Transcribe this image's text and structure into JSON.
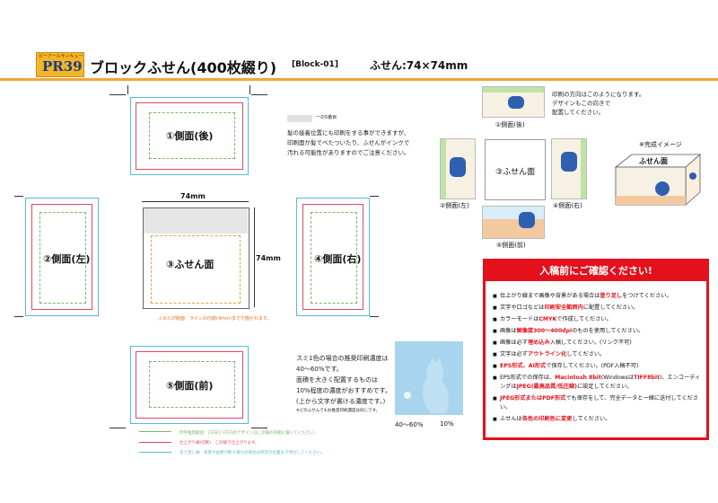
{
  "header": {
    "logo_small": "ピーアールサンキュー",
    "logo_big": "PR39",
    "title": "ブロックふせん(400枚綴り)",
    "code": "[Block-01]",
    "size": "ふせん:74×74mm"
  },
  "template": {
    "face_top": "①側面(後)",
    "face_left": "②側面(左)",
    "face_center": "③ふせん面",
    "face_right": "④側面(右)",
    "face_bottom": "⑤側面(前)",
    "dim_width": "74mm",
    "dim_height": "74mm",
    "glue_label": "一の5番目",
    "glue_note": [
      "髪の接着位置にも印刷をする事ができますが、",
      "印刷面が髪でベたついたり、ふせんがインクで",
      "汚れる可能性がありますのでご注意ください。"
    ],
    "center_note": "ふせん印刷面　ラインの内側(4mm)までで描かれます。",
    "ink_note": [
      "スミ1色の場合の推奨印刷濃度は",
      "40～60%です。",
      "面積を大きく配置するものは",
      "10%程度の濃度がおすすめです。",
      "(上から文字が書ける濃度です。)"
    ],
    "ink_subnote": "※どのふせんでもお推奨印刷濃度は同じです。",
    "density_a": "40～60%",
    "density_b": "10%",
    "legend": [
      {
        "text": "仕上がり線(切断)　この線で仕上がります。",
        "color": "#e2466e"
      },
      {
        "text": "塗り足し線　背景や画像が断ち落ちの場合は所定の位置まで伸ばしてください。",
        "color": "#58b9d8"
      },
      {
        "text": "印字推奨範囲　2方向と3方向のデザインはこの線の内側に置いてください。",
        "color": "#79b66a"
      }
    ]
  },
  "preview": {
    "top_label": "①側面(後)",
    "left_label": "②側面(左)",
    "center_label": "③ふせん面",
    "right_label": "④側面(右)",
    "bottom_label": "⑤側面(前)",
    "orientation_note": [
      "印刷の方向はこのようになります。",
      "デザインもこの向きで",
      "配置してください。"
    ],
    "complete_label": "※完成イメージ",
    "box_label": "ふせん面"
  },
  "checklist": {
    "title": "入稿前にご確認ください!",
    "items": [
      {
        "pre": "仕上がり線まで画像や背景がある場合は",
        "red": "塗り足し",
        "post": "をつけてください。"
      },
      {
        "pre": "文字や口ゴなどは",
        "red": "印刷安全範囲内",
        "post": "に配置してください。"
      },
      {
        "pre": "カラーモードは",
        "red": "CMYK",
        "post": "で作成してください。"
      },
      {
        "pre": "画像は",
        "red": "解像度300～400dpi",
        "post": "のものを使用してください。"
      },
      {
        "pre": "画像は必ず",
        "red": "埋め込み",
        "post": "入稿してください。(リンク不可)"
      },
      {
        "pre": "文字は必ず",
        "red": "アウトライン化",
        "post": "してください。"
      },
      {
        "pre": "",
        "red": "EPS形式、AI形式",
        "post": "で保存してください。(PDF入稿不可)"
      },
      {
        "pre": "EPS形式での保存は、",
        "red": "Macintosh 8bit",
        "post": "(Windowsは",
        "red2": "TIFF8bit",
        "post2": ")、エンコーディングは",
        "red3": "JPEG(最高品質/低圧縮)",
        "post3": "に設定してください。"
      },
      {
        "pre": "",
        "red": "JPEG形式またはPDF形式",
        "post": "でも保存をして、完全データと一緒に送付してください。"
      },
      {
        "pre": "ふせんは",
        "red": "各色の印刷色に変更",
        "post": "してください。"
      }
    ]
  },
  "colors": {
    "accent": "#f0a53a",
    "red": "#e4101c",
    "trim": "#e2466e",
    "bleed": "#58b9d8",
    "safe": "#79b66a"
  }
}
